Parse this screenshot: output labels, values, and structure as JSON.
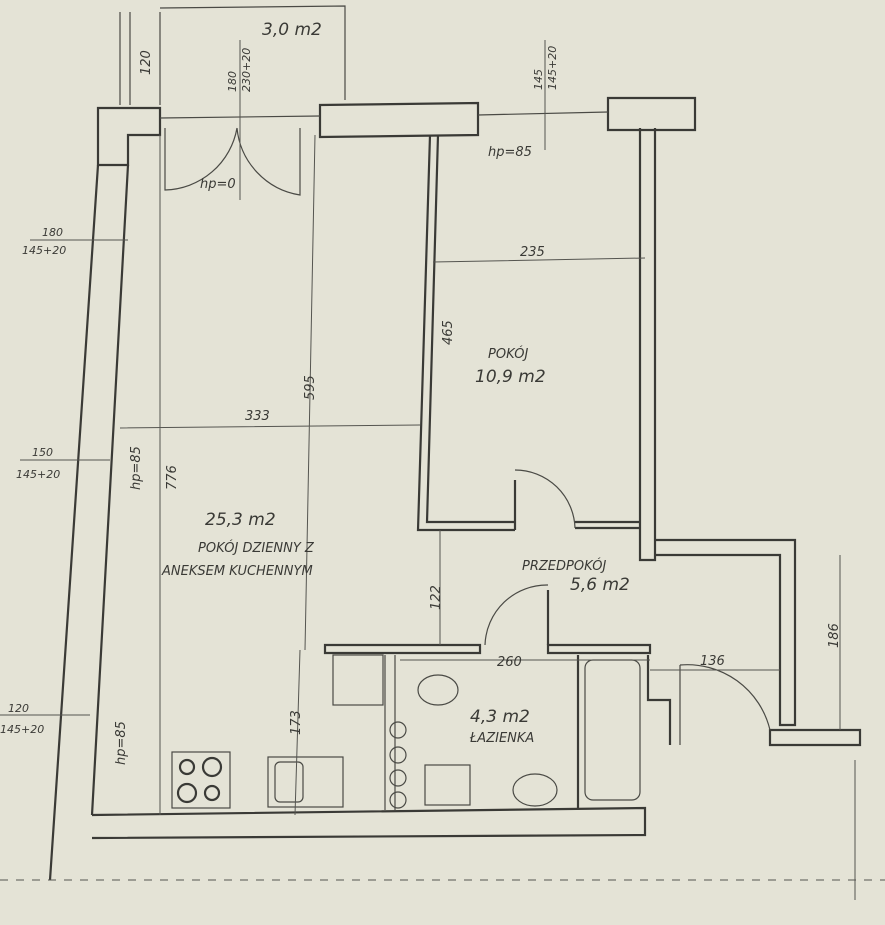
{
  "balcony": {
    "area": "3,0 m2",
    "depth": "120"
  },
  "balcony_door": {
    "width": "180",
    "height": "230+20",
    "sill": "hp=0"
  },
  "windows": {
    "top_right": {
      "width": "145",
      "size": "145+20",
      "sill": "hp=85"
    },
    "left_top": {
      "width": "180",
      "size": "145+20"
    },
    "left_middle": {
      "width": "150",
      "size": "145+20",
      "sill": "hp=85"
    },
    "left_bottom": {
      "width": "120",
      "size": "145+20",
      "sill": "hp=85"
    }
  },
  "rooms": {
    "pokoj": {
      "name": "POKÓJ",
      "area": "10,9 m2",
      "width": "235",
      "length": "465"
    },
    "living": {
      "name_line1": "POKÓJ DZIENNY Z",
      "name_line2": "ANEKSEM KUCHENNYM",
      "area": "25,3 m2",
      "width": "333",
      "length": "595",
      "total_length": "776",
      "kitchen_depth": "173"
    },
    "hall": {
      "name": "PRZEDPOKÓJ",
      "area": "5,6 m2",
      "depth": "122",
      "entry_width": "136",
      "entry_depth": "186"
    },
    "bath": {
      "name": "ŁAZIENKA",
      "area": "4,3 m2",
      "width": "260"
    }
  }
}
